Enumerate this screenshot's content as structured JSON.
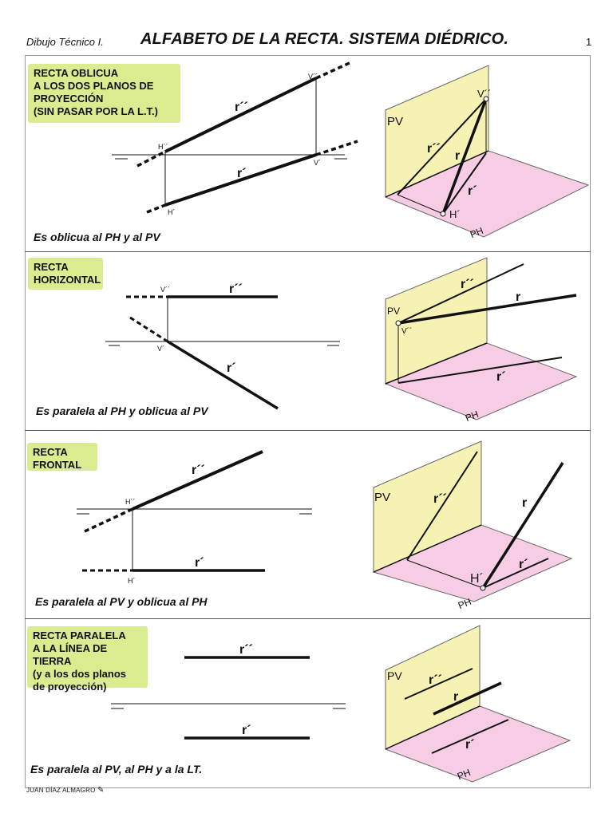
{
  "header": {
    "course": "Dibujo Técnico I.",
    "title": "ALFABETO DE LA RECTA. SISTEMA DIÉDRICO.",
    "page": "1"
  },
  "footer": {
    "author": "JUAN DÍAZ ALMAGRO"
  },
  "colors": {
    "label_bg": "#d9ec8f",
    "pv_plane": "#f6f2b4",
    "ph_plane": "#f7cde6"
  },
  "sections": [
    {
      "label": [
        "RECTA OBLICUA",
        "A LOS DOS PLANOS DE",
        "PROYECCIÓN",
        "(SIN PASAR POR LA L.T.)"
      ],
      "caption": "Es oblicua al PH y al PV",
      "diedric_labels": {
        "r2": "r´´",
        "r1": "r´",
        "v2": "V´´",
        "v1": "V´",
        "h2": "H´´",
        "h1": "H´"
      },
      "iso_labels": {
        "pv": "PV",
        "ph": "PH",
        "v2": "V´´",
        "r2": "r´´",
        "r": "r",
        "r1": "r´",
        "h1": "H´"
      }
    },
    {
      "label": [
        "RECTA",
        "HORIZONTAL"
      ],
      "caption": "Es paralela al PH y oblicua al PV",
      "diedric_labels": {
        "r2": "r´´",
        "r1": "r´",
        "v2": "V´´",
        "v1": "V´"
      },
      "iso_labels": {
        "pv": "PV",
        "ph": "PH",
        "v2": "V´´",
        "r2": "r´´",
        "r": "r",
        "r1": "r´"
      }
    },
    {
      "label": [
        "RECTA",
        "FRONTAL"
      ],
      "caption": "Es paralela al PV y oblicua al PH",
      "diedric_labels": {
        "r2": "r´´",
        "r1": "r´",
        "h2": "H´´",
        "h1": "H´"
      },
      "iso_labels": {
        "pv": "PV",
        "ph": "PH",
        "r2": "r´´",
        "r": "r",
        "r1": "r´",
        "h1": "H´"
      }
    },
    {
      "label": [
        "RECTA PARALELA",
        "A LA LÍNEA DE TIERRA",
        "(y a los dos planos",
        "de proyección)"
      ],
      "caption": "Es paralela al PV, al PH y a la LT.",
      "diedric_labels": {
        "r2": "r´´",
        "r1": "r´"
      },
      "iso_labels": {
        "pv": "PV",
        "ph": "PH",
        "r2": "r´´",
        "r": "r",
        "r1": "r´"
      }
    }
  ]
}
